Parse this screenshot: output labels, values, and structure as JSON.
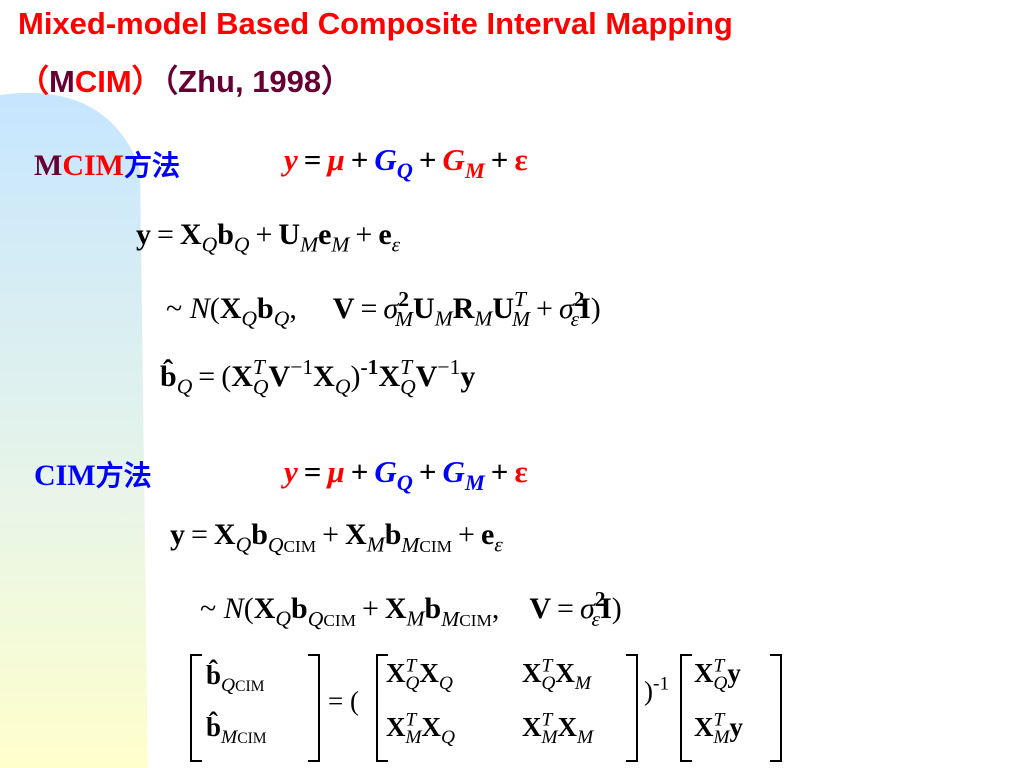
{
  "title": {
    "line1": "Mixed-model Based Composite Interval Mapping",
    "line2_open": "（",
    "line2_m": "M",
    "line2_cim": "CIM",
    "line2_close": "）",
    "line2_cite": "（Zhu, 1998）"
  },
  "mcim": {
    "label_m": "M",
    "label_cim": "CIM",
    "label_method": "方法",
    "model": {
      "y": "y",
      "eq": "=",
      "mu": "μ",
      "plus1": "+",
      "G": "G",
      "Q": "Q",
      "plus2": "+",
      "GM": "G",
      "M": "M",
      "plus3": "+",
      "eps": "ε"
    },
    "eq1": {
      "y": "y",
      "eq": "=",
      "X": "X",
      "Q": "Q",
      "b": "b",
      "Q2": "Q",
      "plus1": "+",
      "U": "U",
      "M": "M",
      "e": "e",
      "M2": "M",
      "plus2": "+",
      "e2": "e",
      "eps": "ε"
    },
    "eq2": {
      "tilde": "~",
      "N": "N",
      "open": "(",
      "X": "X",
      "Q": "Q",
      "b": "b",
      "Q2": "Q",
      "comma": ",",
      "V": "V",
      "eq": "=",
      "sigma": "σ",
      "two": "2",
      "M": "M",
      "U": "U",
      "M2": "M",
      "R": "R",
      "M3": "M",
      "U2": "U",
      "T": "T",
      "M4": "M",
      "plus": "+",
      "sigma2": "σ",
      "two2": "2",
      "eps": "ε",
      "I": "I",
      "close": ")"
    },
    "eq3": {
      "bhat": "b̂",
      "Q": "Q",
      "eq": "=",
      "open": "(",
      "X": "X",
      "T": "T",
      "Q2": "Q",
      "V": "V",
      "inv": "−1",
      "X2": "X",
      "Q3": "Q",
      "close": ")",
      "inv2": "-1",
      "X3": "X",
      "T2": "T",
      "Q4": "Q",
      "V2": "V",
      "inv3": "−1",
      "y": "y"
    }
  },
  "cim": {
    "label_cim": "CIM",
    "label_method": "方法",
    "model": {
      "y": "y",
      "eq": "=",
      "mu": "μ",
      "plus1": "+",
      "G": "G",
      "Q": "Q",
      "plus2": "+",
      "GM": "G",
      "M": "M",
      "plus3": "+",
      "eps": "ε"
    },
    "eq1": {
      "y": "y",
      "eq": "=",
      "X": "X",
      "Q": "Q",
      "b": "b",
      "Q2": "Q",
      "cim": "CIM",
      "plus1": "+",
      "X2": "X",
      "M": "M",
      "b2": "b",
      "M2": "M",
      "cim2": "CIM",
      "plus2": "+",
      "e": "e",
      "eps": "ε"
    },
    "eq2": {
      "tilde": "~",
      "N": "N",
      "open": "(",
      "X": "X",
      "Q": "Q",
      "b": "b",
      "Q2": "Q",
      "cim": "CIM",
      "plus": "+",
      "X2": "X",
      "M": "M",
      "b2": "b",
      "M2": "M",
      "cim2": "CIM",
      "comma": ",",
      "V": "V",
      "eq": "=",
      "sigma": "σ",
      "two": "2",
      "eps": "ε",
      "I": "I",
      "close": ")"
    },
    "eq3": {
      "lhs": [
        {
          "b": "b̂",
          "sub": "Q",
          "subsub": "CIM"
        },
        {
          "b": "b̂",
          "sub": "M",
          "subsub": "CIM"
        }
      ],
      "eq": "=",
      "open": "(",
      "mid": [
        [
          {
            "X": "X",
            "T": "T",
            "s1": "Q",
            "X2": "X",
            "s2": "Q"
          },
          {
            "X": "X",
            "T": "T",
            "s1": "Q",
            "X2": "X",
            "s2": "M"
          }
        ],
        [
          {
            "X": "X",
            "T": "T",
            "s1": "M",
            "X2": "X",
            "s2": "Q"
          },
          {
            "X": "X",
            "T": "T",
            "s1": "M",
            "X2": "X",
            "s2": "M"
          }
        ]
      ],
      "close": ")",
      "inv": "-1",
      "rhs": [
        {
          "X": "X",
          "T": "T",
          "s": "Q",
          "y": "y"
        },
        {
          "X": "X",
          "T": "T",
          "s": "M",
          "y": "y"
        }
      ]
    }
  },
  "colors": {
    "title_red": "#ff0000",
    "title_dark": "#660033",
    "mcim_blue": "#0000ff",
    "model_red": "#ff0000",
    "gradient_blue": "#cfe9ff",
    "gradient_yellow": "#ffffcc"
  }
}
